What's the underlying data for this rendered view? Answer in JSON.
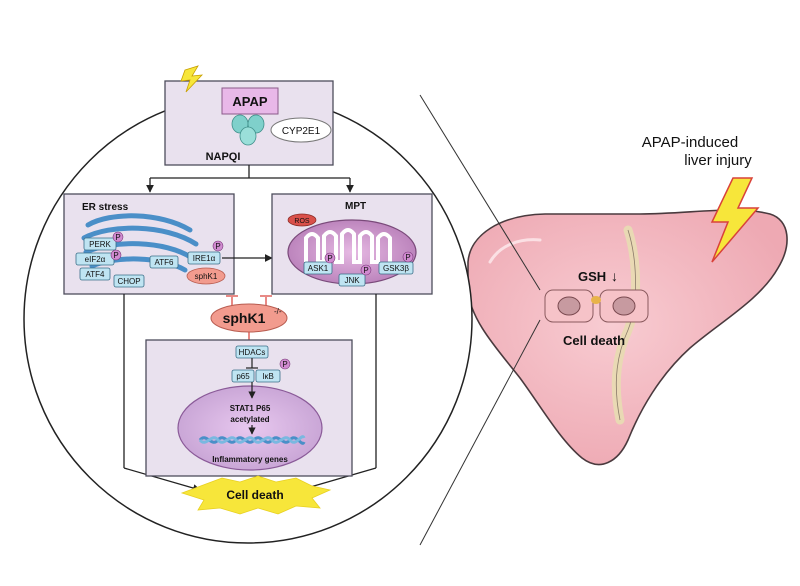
{
  "top": {
    "drug": "APAP",
    "enzyme": "CYP2E1",
    "metabolite": "NAPQI"
  },
  "er_stress": {
    "title": "ER stress",
    "proteins": [
      "PERK",
      "eIF2α",
      "ATF4",
      "CHOP",
      "ATF6",
      "IRE1α",
      "sphK1"
    ],
    "phospho": "P"
  },
  "mpt": {
    "title": "MPT",
    "ros": "ROS",
    "proteins": [
      "ASK1",
      "JNK",
      "GSK3β"
    ],
    "phospho": "P"
  },
  "center": {
    "knockout": "sphK1",
    "superscript": "-/-"
  },
  "nucleus": {
    "hdacs": "HDACs",
    "p65": "p65",
    "ikb": "IκB",
    "phospho": "P",
    "acetyl_line1": "STAT1 P65",
    "acetyl_line2": "acetylated",
    "genes": "Inflammatory  genes"
  },
  "outcome": {
    "cell_death": "Cell death"
  },
  "liver": {
    "title_line1": "APAP-induced",
    "title_line2": "liver injury",
    "gsh": "GSH",
    "cell_death": "Cell death"
  },
  "colors": {
    "panel_fill": "#e9e1ee",
    "panel_stroke": "#4d4d5c",
    "liver_fill": "#f2b8c0",
    "bolt": "#f7e63a",
    "knockout_fill": "#f29b8e",
    "protein_fill": "#bfe4f2",
    "phospho_fill": "#d08bd0"
  }
}
